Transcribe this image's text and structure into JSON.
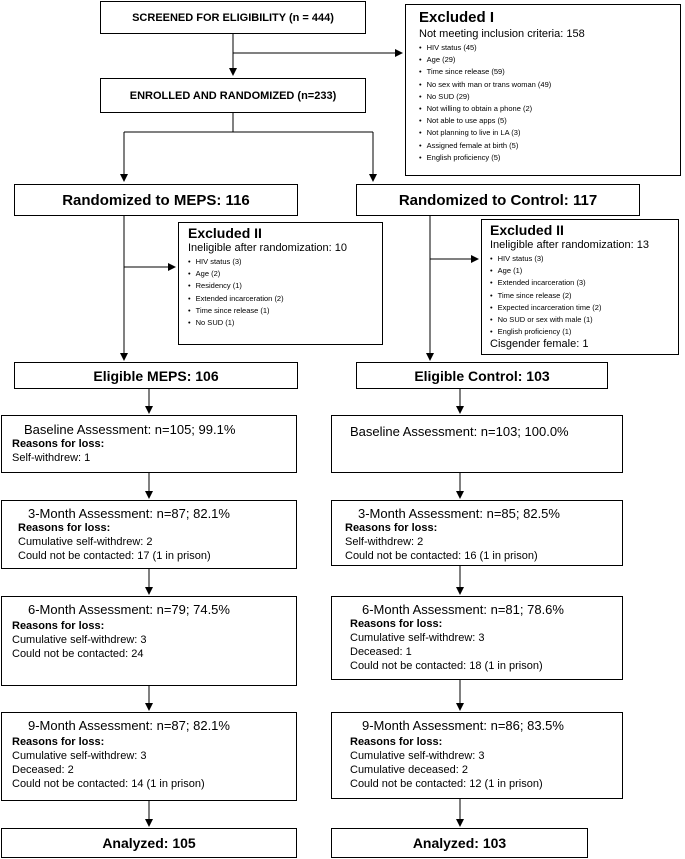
{
  "screening": {
    "label": "SCREENED FOR ELIGIBILITY (n = 444)"
  },
  "enrolled": {
    "label": "ENROLLED AND RANDOMIZED (n=233)"
  },
  "excluded1": {
    "title": "Excluded I",
    "subtitle": "Not meeting inclusion criteria: 158",
    "items": [
      "HIV status (45)",
      "Age (29)",
      "Time since release (59)",
      "No sex with man or trans woman (49)",
      "No SUD (29)",
      "Not willing to obtain a phone (2)",
      "Not able to use apps (5)",
      "Not planning to live in LA (3)",
      "Assigned female at birth (5)",
      "English proficiency (5)"
    ]
  },
  "rand_meps": {
    "label": "Randomized to MEPS: 116"
  },
  "rand_control": {
    "label": "Randomized to Control: 117"
  },
  "excluded2_meps": {
    "title": "Excluded II",
    "subtitle": "Ineligible after randomization: 10",
    "items": [
      "HIV status (3)",
      "Age (2)",
      "Residency (1)",
      "Extended incarceration (2)",
      "Time since release (1)",
      "No SUD (1)"
    ]
  },
  "excluded2_control": {
    "title": "Excluded II",
    "subtitle": "Ineligible after randomization: 13",
    "items": [
      "HIV status (3)",
      "Age (1)",
      "Extended incarceration (3)",
      "Time since release (2)",
      "Expected incarceration time (2)",
      "No SUD or sex with male (1)",
      "English proficiency (1)"
    ],
    "extra": "Cisgender female: 1"
  },
  "eligible_meps": {
    "label": "Eligible MEPS: 106"
  },
  "eligible_control": {
    "label": "Eligible Control: 103"
  },
  "meps": {
    "baseline": {
      "title": "Baseline Assessment: n=105; 99.1%",
      "reasons": "Reasons for loss:",
      "lines": [
        "Self-withdrew: 1"
      ]
    },
    "m3": {
      "title": "3-Month Assessment: n=87; 82.1%",
      "reasons": "Reasons for loss:",
      "lines": [
        "Cumulative self-withdrew: 2",
        "Could not be contacted: 17 (1 in prison)"
      ]
    },
    "m6": {
      "title": "6-Month Assessment: n=79; 74.5%",
      "reasons": "Reasons for loss:",
      "lines": [
        "Cumulative self-withdrew: 3",
        "Could not be contacted: 24"
      ]
    },
    "m9": {
      "title": "9-Month Assessment: n=87; 82.1%",
      "reasons": "Reasons for loss:",
      "lines": [
        "Cumulative self-withdrew: 3",
        "Deceased: 2",
        "Could not be contacted: 14 (1 in prison)"
      ]
    },
    "analyzed": "Analyzed: 105"
  },
  "control": {
    "baseline": {
      "title": "Baseline Assessment: n=103; 100.0%"
    },
    "m3": {
      "title": "3-Month Assessment: n=85; 82.5%",
      "reasons": "Reasons for loss:",
      "lines": [
        "Self-withdrew: 2",
        "Could not be contacted: 16 (1 in prison)"
      ]
    },
    "m6": {
      "title": "6-Month Assessment: n=81; 78.6%",
      "reasons": "Reasons for loss:",
      "lines": [
        "Cumulative self-withdrew: 3",
        "Deceased: 1",
        "Could not be contacted: 18 (1 in prison)"
      ]
    },
    "m9": {
      "title": "9-Month Assessment: n=86; 83.5%",
      "reasons": "Reasons for loss:",
      "lines": [
        "Cumulative self-withdrew: 3",
        "Cumulative deceased: 2",
        "Could not be contacted: 12 (1 in prison)"
      ]
    },
    "analyzed": "Analyzed: 103"
  }
}
